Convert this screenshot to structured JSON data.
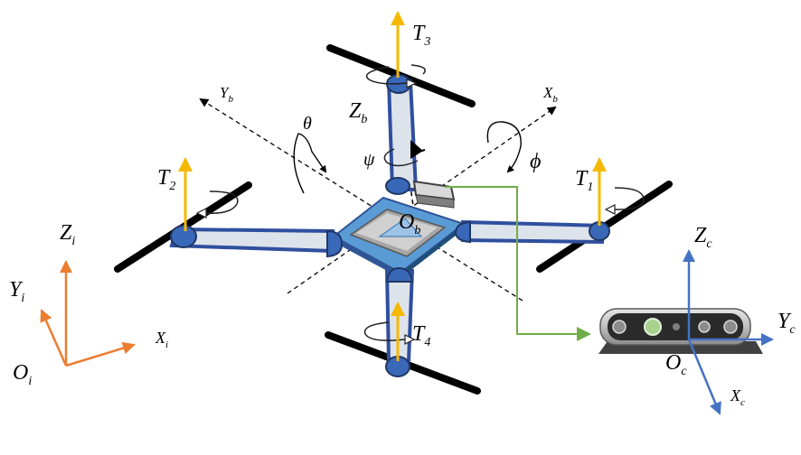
{
  "thrusts": [
    {
      "label": "T",
      "sub": "1"
    },
    {
      "label": "T",
      "sub": "2"
    },
    {
      "label": "T",
      "sub": "3"
    },
    {
      "label": "T",
      "sub": "4"
    }
  ],
  "body_frame": {
    "origin": {
      "label": "O",
      "sub": "b"
    },
    "x": {
      "label": "X",
      "sub": "b"
    },
    "y": {
      "label": "Y",
      "sub": "b"
    },
    "z": {
      "label": "Z",
      "sub": "b"
    }
  },
  "angles": {
    "roll": "ϕ",
    "pitch": "θ",
    "yaw": "ψ"
  },
  "inertial_frame": {
    "origin": {
      "label": "O",
      "sub": "i"
    },
    "x": {
      "label": "X",
      "sub": "i"
    },
    "y": {
      "label": "Y",
      "sub": "i"
    },
    "z": {
      "label": "Z",
      "sub": "i"
    }
  },
  "camera_frame": {
    "origin": {
      "label": "O",
      "sub": "c"
    },
    "x": {
      "label": "X",
      "sub": "c"
    },
    "y": {
      "label": "Y",
      "sub": "c"
    },
    "z": {
      "label": "Z",
      "sub": "c"
    }
  },
  "colors": {
    "thrust_arrow": "#f5b800",
    "inertial_axes": "#ed7d31",
    "camera_axes": "#4472c4",
    "camera_link": "#70ad47",
    "arm_fill": "#dde3ea",
    "arm_edge": "#2f4f9f",
    "body_fill": "#5b9bd5"
  }
}
